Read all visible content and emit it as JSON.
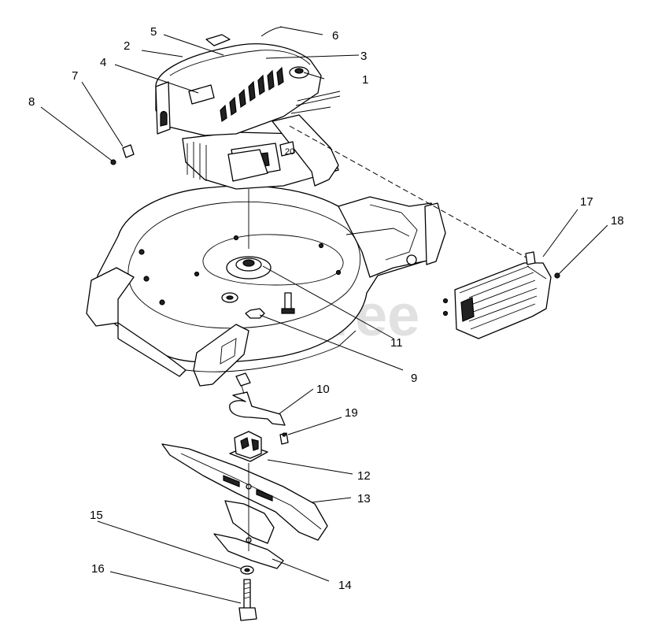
{
  "watermark": {
    "text": "PartsTree",
    "mark": "TM"
  },
  "callouts": [
    {
      "id": "c1",
      "number": "1"
    },
    {
      "id": "c2",
      "number": "2"
    },
    {
      "id": "c3",
      "number": "3"
    },
    {
      "id": "c4",
      "number": "4"
    },
    {
      "id": "c5",
      "number": "5"
    },
    {
      "id": "c6",
      "number": "6"
    },
    {
      "id": "c7",
      "number": "7"
    },
    {
      "id": "c8",
      "number": "8"
    },
    {
      "id": "c9",
      "number": "9"
    },
    {
      "id": "c10",
      "number": "10"
    },
    {
      "id": "c11",
      "number": "11"
    },
    {
      "id": "c12",
      "number": "12"
    },
    {
      "id": "c13",
      "number": "13"
    },
    {
      "id": "c14",
      "number": "14"
    },
    {
      "id": "c15",
      "number": "15"
    },
    {
      "id": "c16",
      "number": "16"
    },
    {
      "id": "c17",
      "number": "17"
    },
    {
      "id": "c18",
      "number": "18"
    },
    {
      "id": "c19",
      "number": "19"
    }
  ]
}
